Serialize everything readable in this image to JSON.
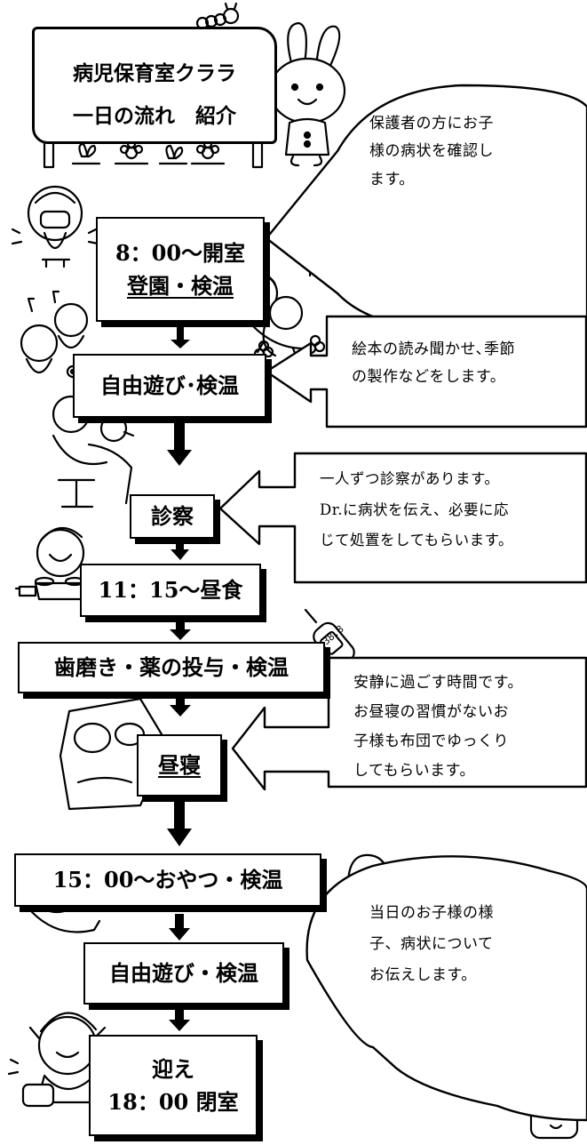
{
  "sign": {
    "line1": "病児保育室クララ",
    "line2": "一日の流れ　紹介"
  },
  "steps": [
    {
      "line1": "8：00～開室",
      "line2": "登園・検温"
    },
    {
      "line1": "自由遊び･検温"
    },
    {
      "line1": "診察"
    },
    {
      "line1": "11：15～昼食"
    },
    {
      "line1": "歯磨き・薬の投与・検温"
    },
    {
      "line1": "昼寝"
    },
    {
      "line1": "15：00～おやつ・検温"
    },
    {
      "line1": "自由遊び・検温"
    },
    {
      "line1": "迎え",
      "line2": "18：00 閉室"
    }
  ],
  "notes": {
    "arrival": {
      "lines": [
        "保護者の方にお子",
        "様の病状を確認し",
        "ます。"
      ]
    },
    "play": {
      "lines": [
        "絵本の読み聞かせ､季節",
        "の製作などをします。"
      ]
    },
    "exam": {
      "lines": [
        "一人ずつ診察があります。",
        "Dr.に病状を伝え、必要に応",
        "じて処置をしてもらいます。"
      ]
    },
    "nap": {
      "lines": [
        "安静に過ごす時間です。",
        "お昼寝の習慣がないお",
        "子様も布団でゆっくり",
        "してもらいます。"
      ]
    },
    "pickup": {
      "lines": [
        "当日のお子様の様",
        "子、病状について",
        "お伝えします。"
      ]
    }
  },
  "thermometer": {
    "reading": "38.8"
  }
}
